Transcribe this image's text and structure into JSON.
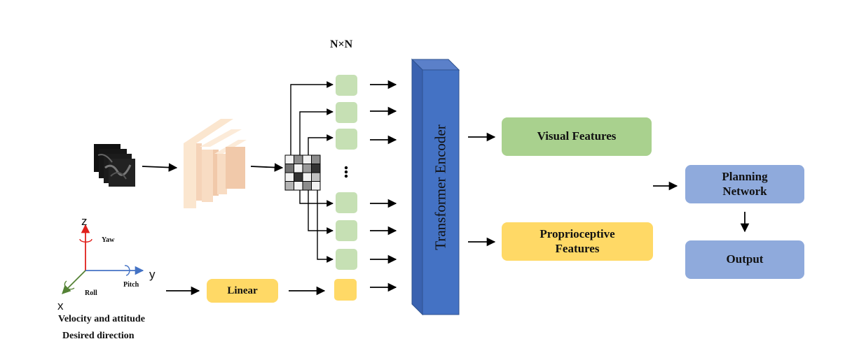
{
  "labels": {
    "grid": "N×N",
    "encoder": "Transformer   Encoder",
    "linear": "Linear",
    "visual": "Visual Features",
    "proprio": "Proprioceptive Features",
    "planning": "Planning Network",
    "output": "Output",
    "caption_1": "Velocity and attitude",
    "caption_2": "Desired direction"
  },
  "axes": {
    "z": "z",
    "y": "y",
    "x": "x",
    "yaw": "Yaw",
    "pitch": "Pitch",
    "roll": "Roll"
  },
  "colors": {
    "token_green": "#c6e0b4",
    "visual_green": "#a9d18e",
    "yellow": "#ffd966",
    "encoder_blue": "#4472c4",
    "planning_blue": "#8faadc",
    "cnn_peach": "#f5d3b8",
    "z_axis": "#e0201b",
    "y_axis": "#4472c4",
    "x_axis": "#548235"
  },
  "patch_grid": [
    [
      0.95,
      0.55,
      0.95,
      0.55
    ],
    [
      0.45,
      0.95,
      0.6,
      0.2
    ],
    [
      0.95,
      0.2,
      0.95,
      0.75
    ],
    [
      0.7,
      0.95,
      0.55,
      0.95
    ]
  ]
}
